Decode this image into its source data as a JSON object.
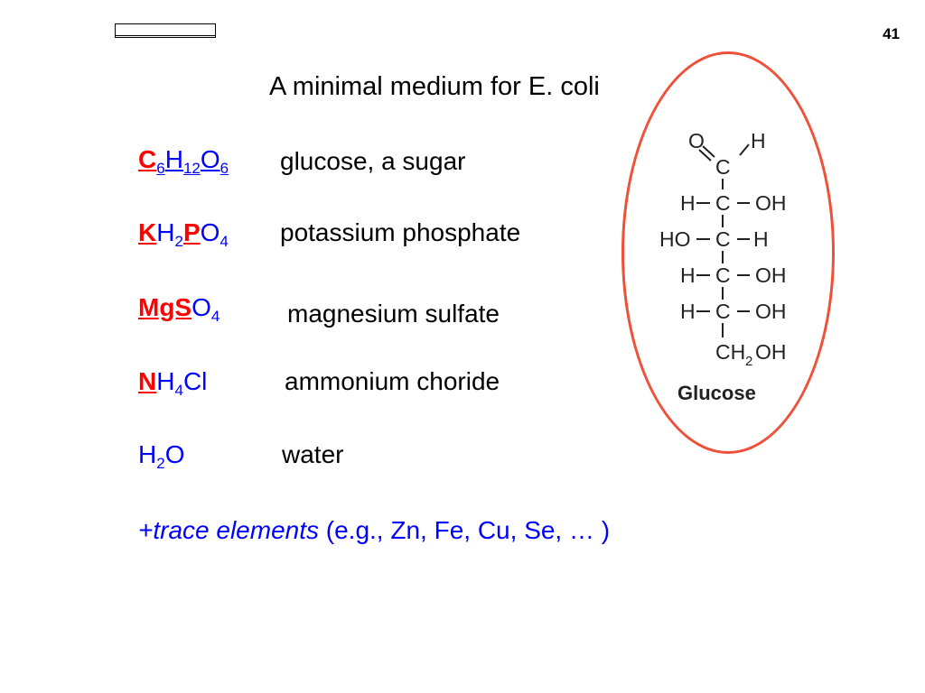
{
  "page": {
    "number": "41"
  },
  "title": "A minimal medium for E. coli",
  "rows": [
    {
      "name": "glucose, a sugar"
    },
    {
      "name": "potassium phosphate"
    },
    {
      "name": "magnesium sulfate"
    },
    {
      "name": "ammonium choride"
    },
    {
      "name": "water"
    }
  ],
  "formulas": {
    "glucose": {
      "c": "C",
      "c_sub": "6",
      "h": "H",
      "h_sub": "12",
      "o": "O",
      "o_sub": "6"
    },
    "phosphate": {
      "k": "K",
      "h": "H",
      "h_sub": "2",
      "p": "P",
      "o": "O",
      "o_sub": "4"
    },
    "sulfate": {
      "mgs": "MgS",
      "o": "O",
      "o_sub": "4"
    },
    "ammonium": {
      "n": "N",
      "h": "H",
      "h_sub": "4",
      "cl": "Cl"
    },
    "water": {
      "h": "H",
      "h_sub": "2",
      "o": "O"
    }
  },
  "trace": {
    "emph": "+trace elements",
    "examples": "(e.g., Zn, Fe, Cu, Se, … )"
  },
  "structure": {
    "caption": "Glucose",
    "atoms": {
      "o_top": "O",
      "h_top": "H",
      "c1": "C",
      "r2_left": "H",
      "r2_c": "C",
      "r2_right": "OH",
      "r3_left": "HO",
      "r3_c": "C",
      "r3_right": "H",
      "r4_left": "H",
      "r4_c": "C",
      "r4_right": "OH",
      "r5_left": "H",
      "r5_c": "C",
      "r5_right": "OH",
      "ch2_ch": "CH",
      "ch2_sub": "2",
      "ch2_oh": "OH"
    }
  },
  "colors": {
    "formula": "#0000ff",
    "highlight": "#ff0000",
    "oval": "#ef5038"
  }
}
